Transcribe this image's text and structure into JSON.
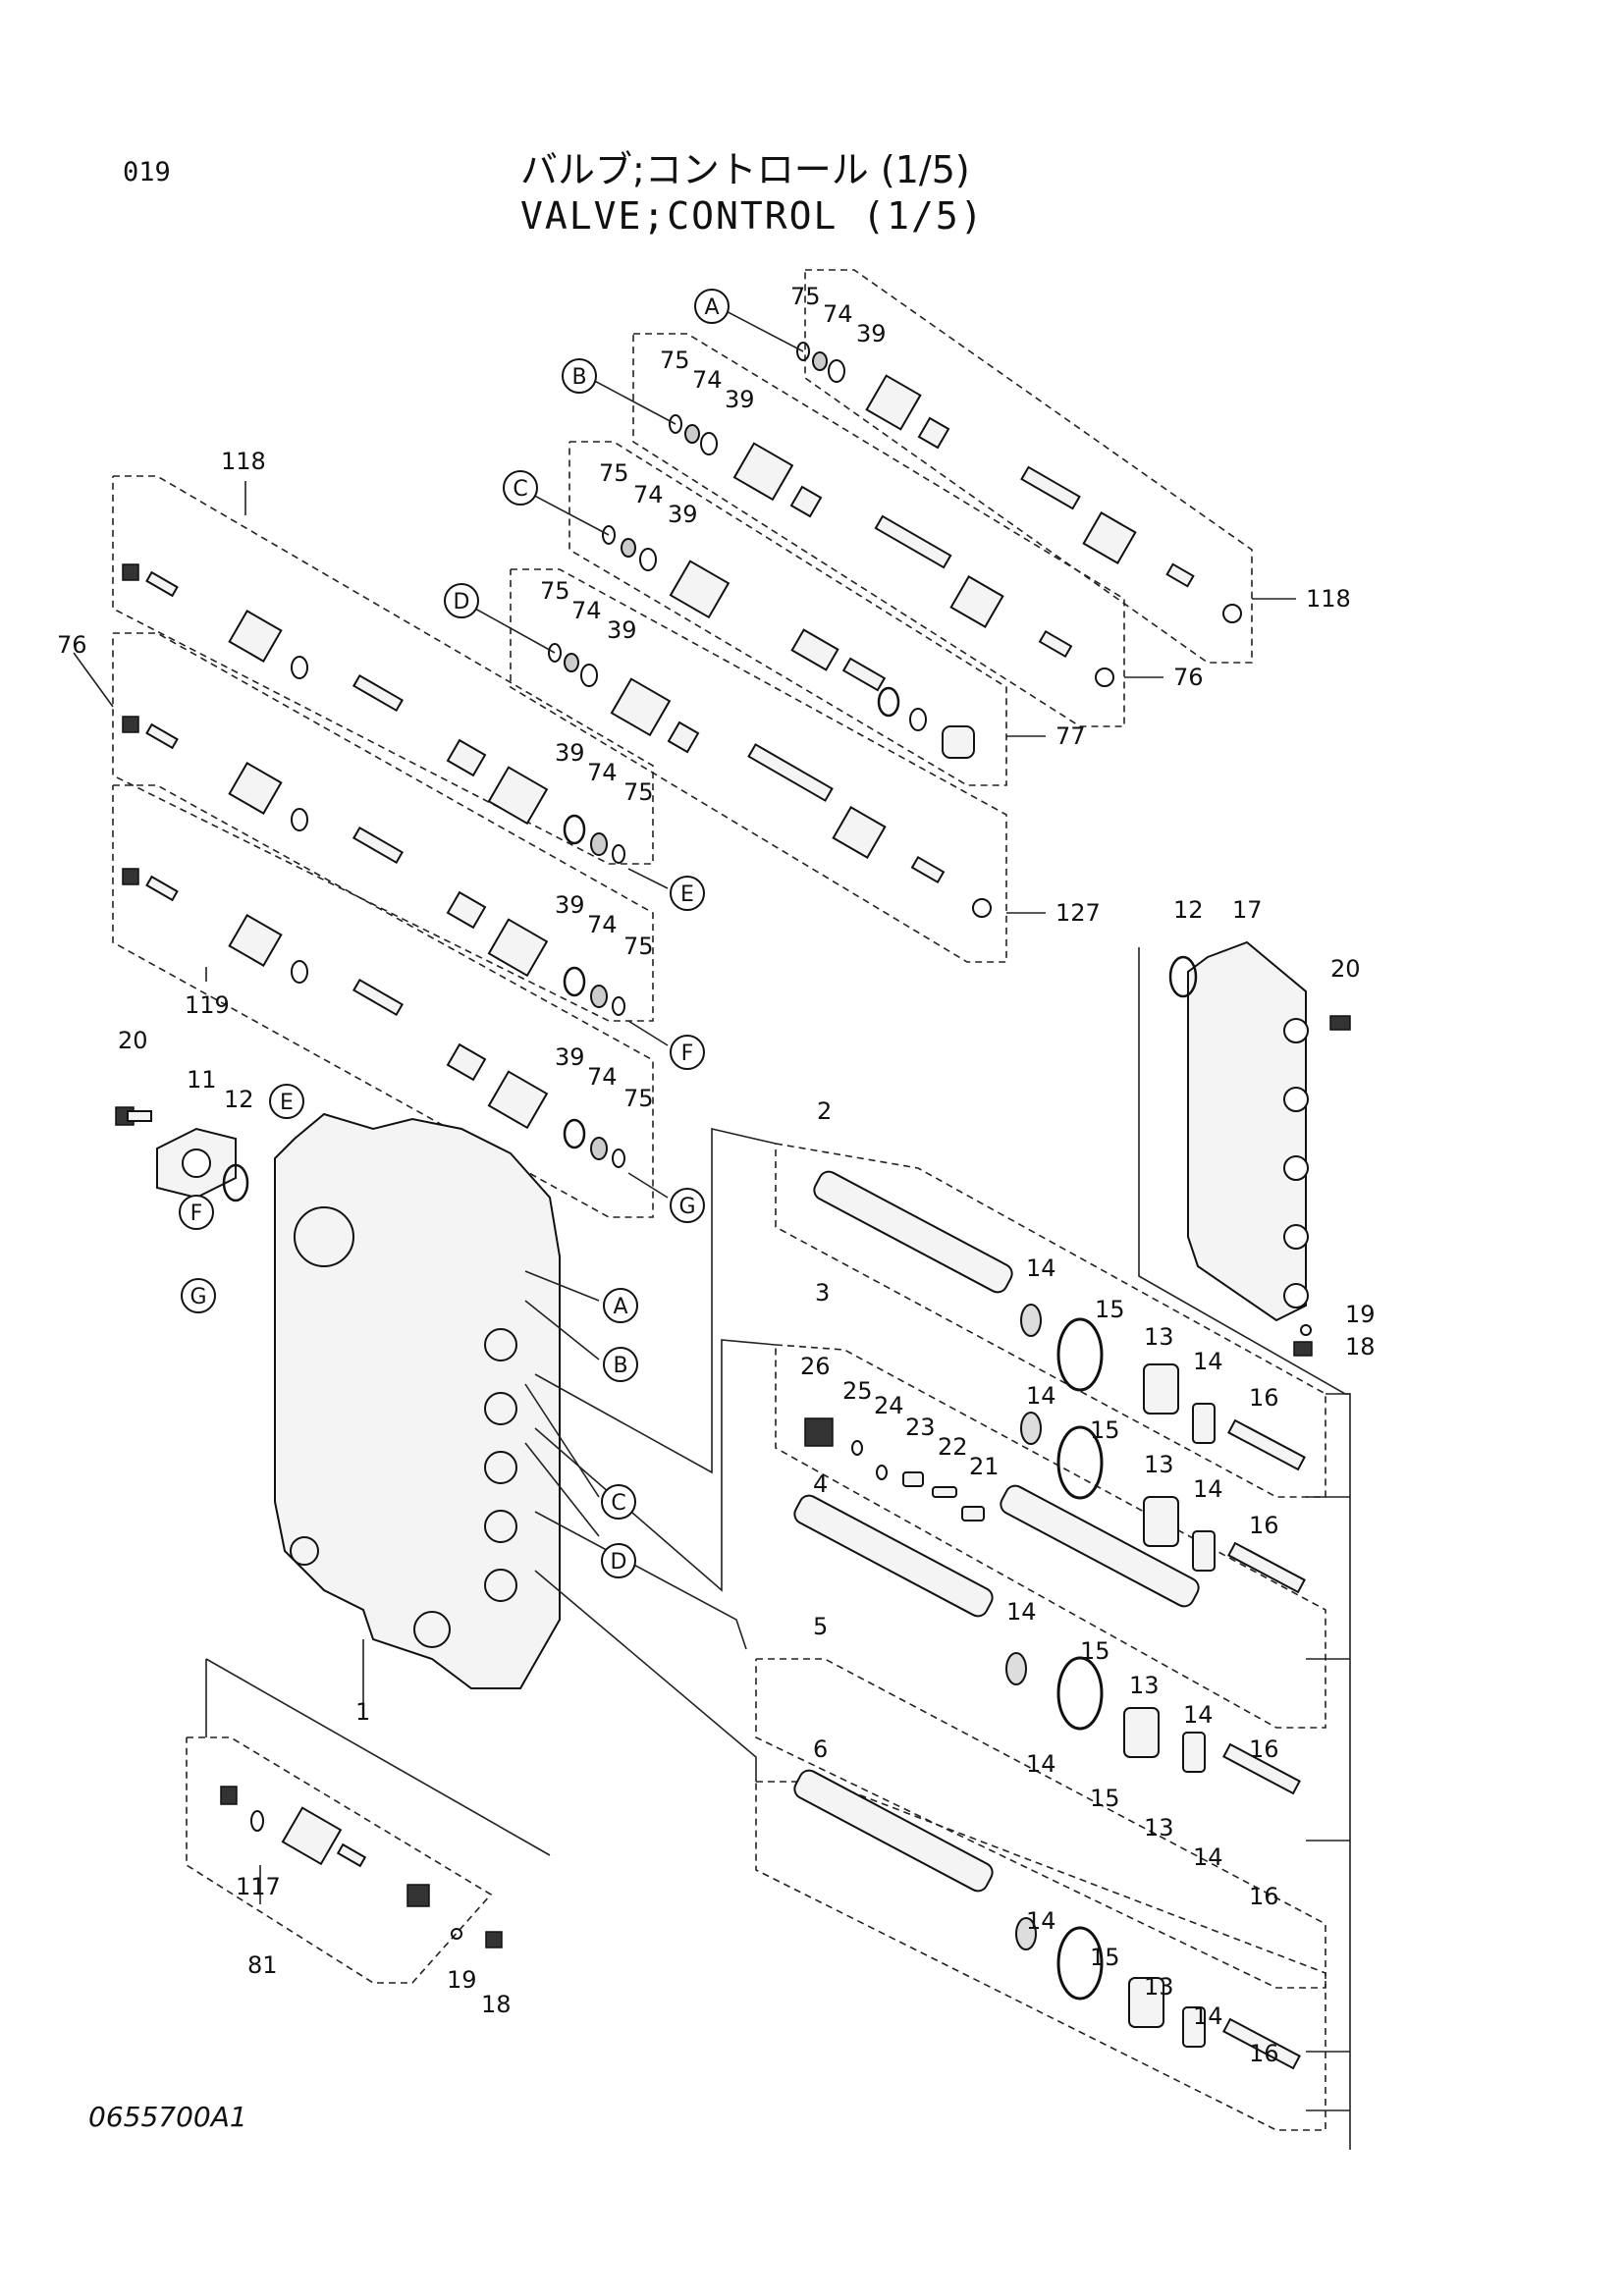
{
  "header": {
    "page_number": "019",
    "title_jp": "バルブ;コントロール (1/5)",
    "title_en": "VALVE;CONTROL (1/5)"
  },
  "figure_id": "0655700A1",
  "callouts": [
    "1",
    "2",
    "3",
    "4",
    "5",
    "6",
    "11",
    "12",
    "13",
    "14",
    "15",
    "16",
    "17",
    "18",
    "19",
    "20",
    "21",
    "22",
    "23",
    "24",
    "25",
    "26",
    "39",
    "74",
    "75",
    "76",
    "77",
    "81",
    "117",
    "118",
    "119",
    "127"
  ],
  "reference_letters": [
    "A",
    "B",
    "C",
    "D",
    "E",
    "F",
    "G"
  ]
}
